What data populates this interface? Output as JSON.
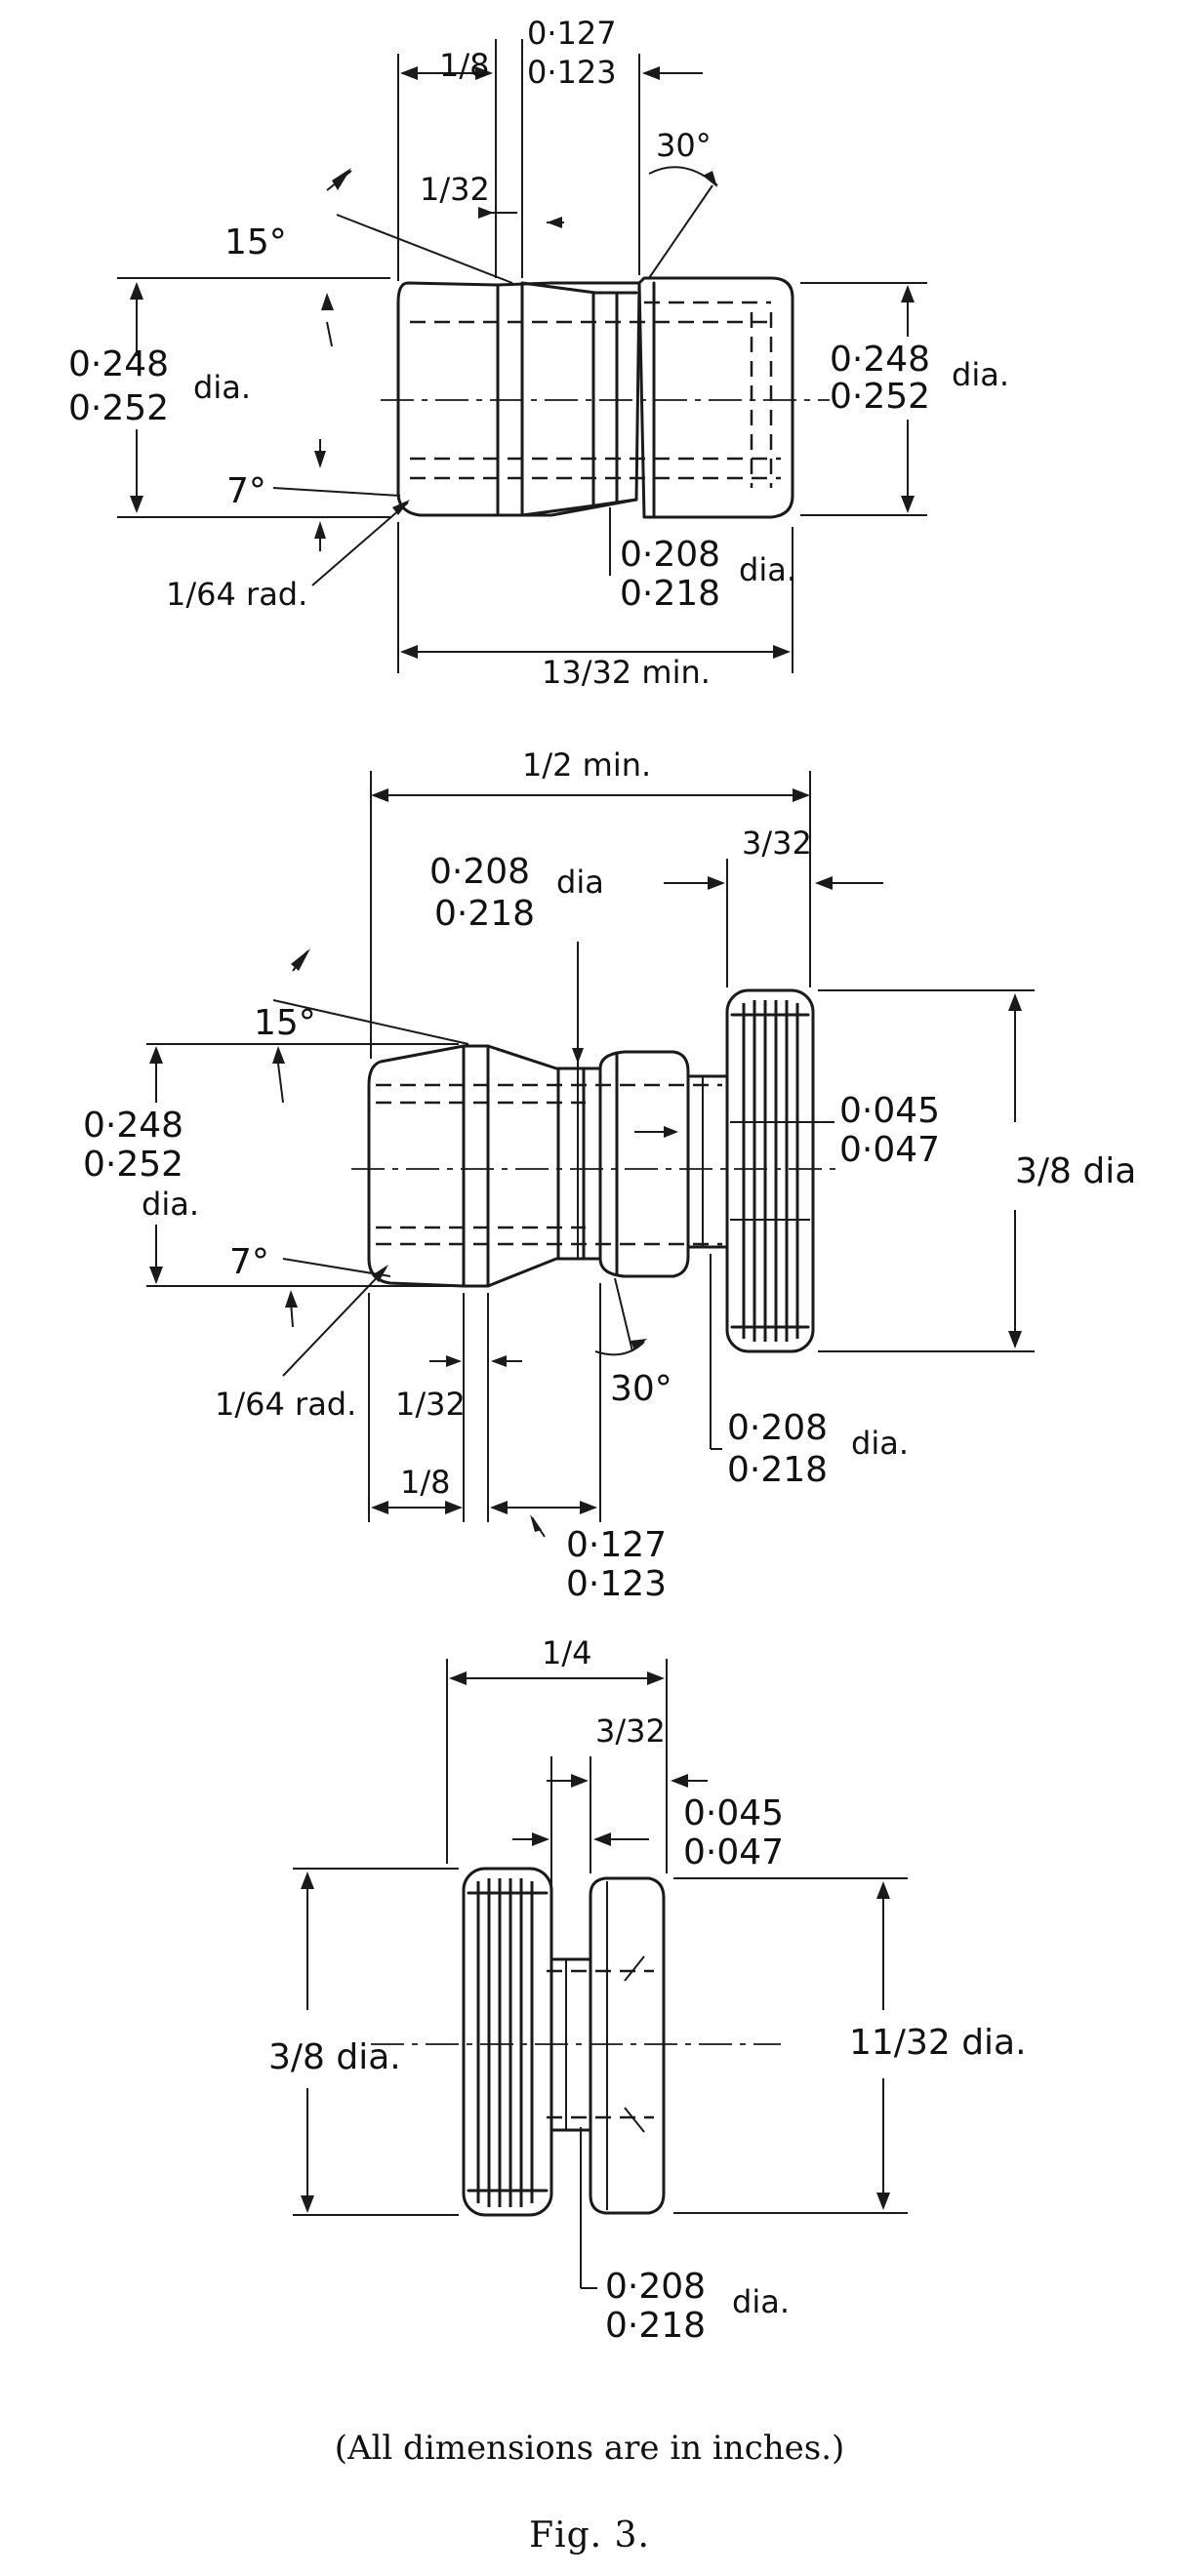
{
  "views": {
    "top": {
      "frac_1_8": "1/8",
      "len_0127": "0·127",
      "len_0123": "0·123",
      "angle_30": "30°",
      "frac_1_32": "1/32",
      "angle_15": "15°",
      "dia_left_a": "0·248",
      "dia_left_b": "0·252",
      "dia_left_unit": "dia.",
      "dia_right_a": "0·248",
      "dia_right_b": "0·252",
      "dia_right_unit": "dia.",
      "angle_7": "7°",
      "rad": "1/64 rad.",
      "neck_a": "0·208",
      "neck_b": "0·218",
      "neck_unit": "dia.",
      "overall": "13/32 min."
    },
    "middle": {
      "overall": "1/2 min.",
      "frac_3_32": "3/32",
      "bore_a": "0·208",
      "bore_unit": "dia",
      "bore_b": "0·218",
      "angle_15": "15°",
      "dia_a": "0·248",
      "dia_b": "0·252",
      "dia_unit": "dia.",
      "pin_a": "0·045",
      "pin_b": "0·047",
      "head_dia": "3/8 dia",
      "angle_7": "7°",
      "rad": "1/64 rad.",
      "frac_1_32": "1/32",
      "angle_30": "30°",
      "shank_a": "0·208",
      "shank_unit": "dia.",
      "shank_b": "0·218",
      "frac_1_8": "1/8",
      "len_0127": "0·127",
      "len_0123": "0·123"
    },
    "bottom": {
      "overall": "1/4",
      "frac_3_32": "3/32",
      "gap_a": "0·045",
      "gap_b": "0·047",
      "knurl_dia": "3/8 dia.",
      "collar_dia": "11/32 dia.",
      "neck_a": "0·208",
      "neck_unit": "dia.",
      "neck_b": "0·218"
    }
  },
  "caption": "(All dimensions are in inches.)",
  "figure_label": "Fig. 3."
}
